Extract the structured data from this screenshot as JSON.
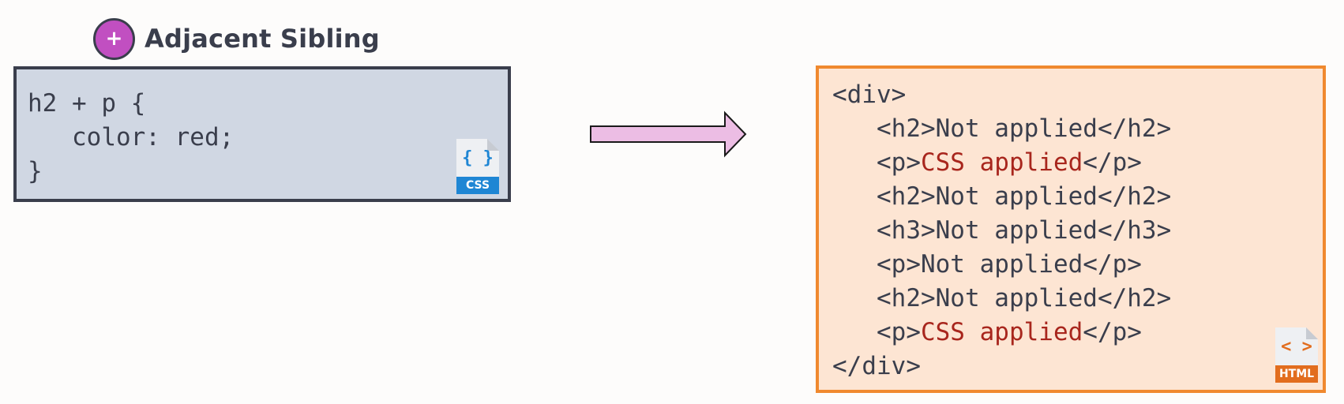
{
  "header": {
    "badge_symbol": "+",
    "title": "Adjacent Sibling"
  },
  "css_block": {
    "lines": [
      "h2 + p {",
      "   color: red;",
      "}"
    ],
    "file_icon": {
      "name": "css-file-icon",
      "glyph": "{ }",
      "label": "CSS"
    }
  },
  "html_block": {
    "lines": [
      {
        "text": "<div>",
        "indent": "",
        "highlight": false
      },
      {
        "text": "<h2>Not applied</h2>",
        "indent": "   ",
        "highlight": false
      },
      {
        "before": "<p>",
        "middle": "CSS applied",
        "after": "</p>",
        "indent": "   ",
        "highlight": true
      },
      {
        "text": "<h2>Not applied</h2>",
        "indent": "   ",
        "highlight": false
      },
      {
        "text": "<h3>Not applied</h3>",
        "indent": "   ",
        "highlight": false
      },
      {
        "text": "<p>Not applied</p>",
        "indent": "   ",
        "highlight": false
      },
      {
        "text": "<h2>Not applied</h2>",
        "indent": "   ",
        "highlight": false
      },
      {
        "before": "<p>",
        "middle": "CSS applied",
        "after": "</p>",
        "indent": "   ",
        "highlight": true
      },
      {
        "text": "</div>",
        "indent": "",
        "highlight": false
      }
    ],
    "file_icon": {
      "name": "html-file-icon",
      "glyph": "< >",
      "label": "HTML"
    }
  },
  "colors": {
    "badge": "#c14fc1",
    "text": "#3a3e4c",
    "css_panel": "#d0d7e3",
    "html_panel": "#fde5d3",
    "html_border": "#f0892f",
    "highlight_text": "#a8261d",
    "arrow_fill": "#ecbde4"
  }
}
